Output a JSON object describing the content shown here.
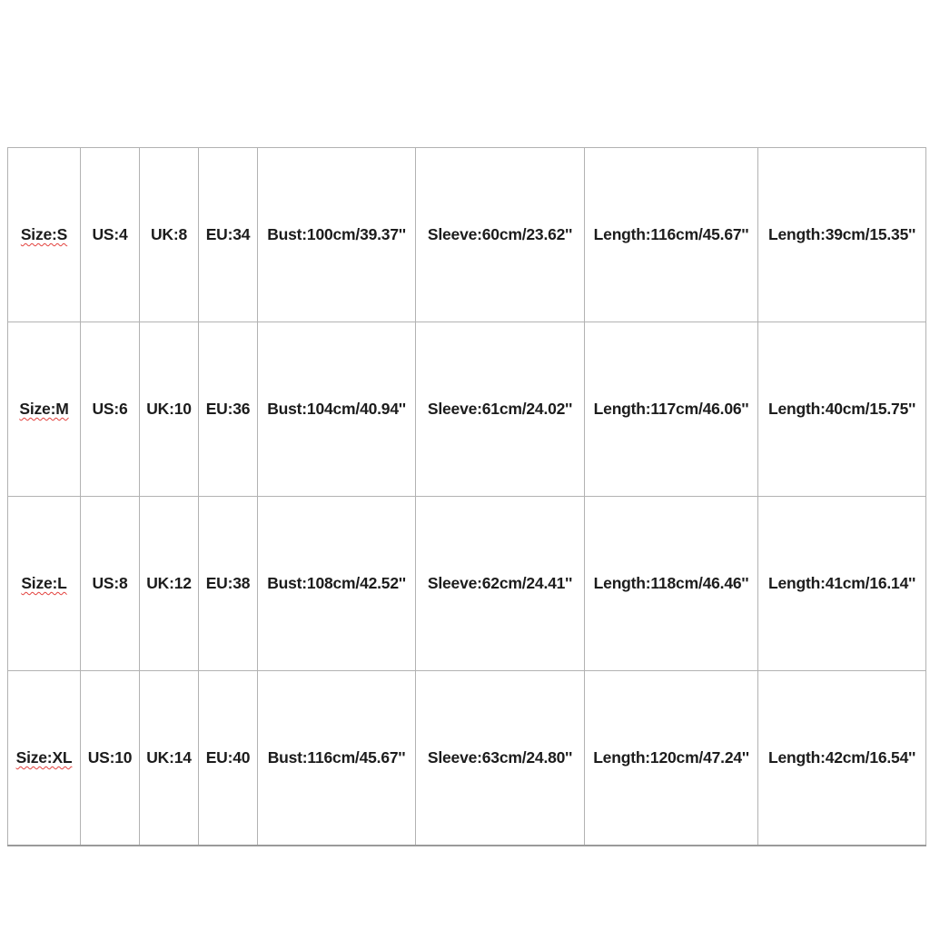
{
  "size_chart": {
    "description": "Garment size conversion and measurement table",
    "columns": [
      "size",
      "us",
      "uk",
      "eu",
      "bust",
      "sleeve",
      "length",
      "length2"
    ],
    "rows": [
      [
        "Size:S",
        "US:4",
        "UK:8",
        "EU:34",
        "Bust:100cm/39.37''",
        "Sleeve:60cm/23.62''",
        "Length:116cm/45.67''",
        "Length:39cm/15.35''"
      ],
      [
        "Size:M",
        "US:6",
        "UK:10",
        "EU:36",
        "Bust:104cm/40.94''",
        "Sleeve:61cm/24.02''",
        "Length:117cm/46.06''",
        "Length:40cm/15.75''"
      ],
      [
        "Size:L",
        "US:8",
        "UK:12",
        "EU:38",
        "Bust:108cm/42.52''",
        "Sleeve:62cm/24.41''",
        "Length:118cm/46.46''",
        "Length:41cm/16.14''"
      ],
      [
        "Size:XL",
        "US:10",
        "UK:14",
        "EU:40",
        "Bust:116cm/45.67''",
        "Sleeve:63cm/24.80''",
        "Length:120cm/47.24''",
        "Length:42cm/16.54''"
      ]
    ],
    "colors": {
      "background": "#ffffff",
      "border": "#b2b2b2",
      "text": "#1c1c1c",
      "spellcheck_underline": "#e2413d"
    }
  }
}
